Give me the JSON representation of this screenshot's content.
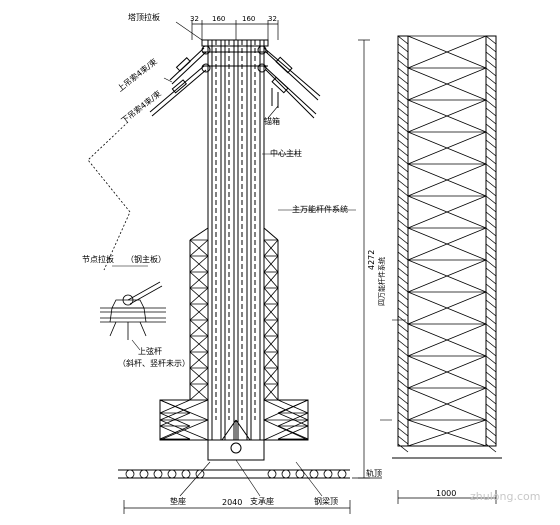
{
  "labels": {
    "tower_top_plate": "塔顶拉板",
    "upper_cable": "上吊索4束/束",
    "lower_cable": "下吊索4束/束",
    "anchor_box": "锚箱",
    "center_pillar": "中心主柱",
    "main_frame_system": "主万能杆件系统",
    "node_plate": "节点拉板",
    "node_plate_note": "（钢主板）",
    "upper_chord": "上弦杆",
    "chord_note": "（斜杆、竖杆未示）",
    "side_frame_system": "四万能杆件系统",
    "rail_top": "轨顶",
    "pad_block": "垫座",
    "bearing_seat": "支承座",
    "steel_beam": "钢梁顶"
  },
  "dimensions": {
    "top_left": "32",
    "top_mid_left": "160",
    "top_mid_right": "160",
    "top_right": "32",
    "total_height": "4272",
    "base_width": "2040",
    "side_width": "1000"
  },
  "watermark": "zhulong.com",
  "colors": {
    "line": "#000000",
    "watermark": "#c8c8c8"
  }
}
